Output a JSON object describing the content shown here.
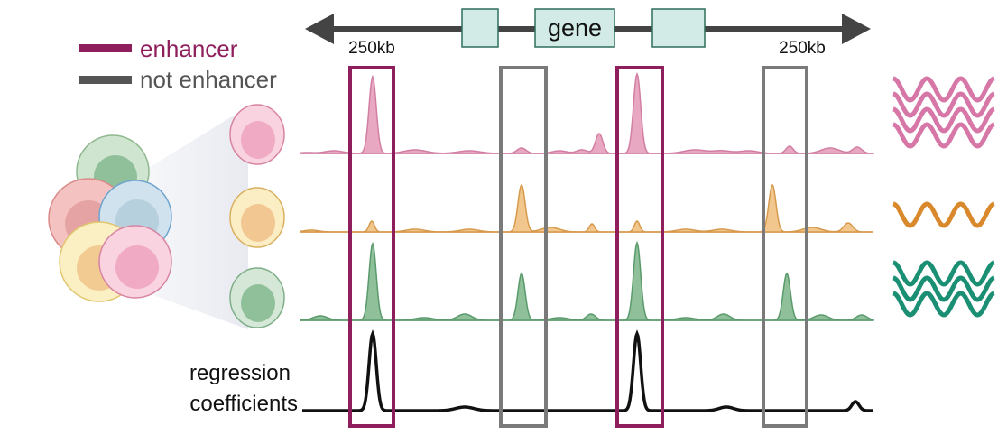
{
  "legend": {
    "enhancer_label": "enhancer",
    "not_enhancer_label": "not enhancer",
    "enhancer_color": "#8e1f5c",
    "not_enhancer_color": "#555555"
  },
  "locus": {
    "gene_label": "gene",
    "left_distance": "250kb",
    "right_distance": "250kb",
    "exon_color": "#d3ebe6"
  },
  "tracks": [
    {
      "cell_type": "pink",
      "fill": "#e8a8c2",
      "stroke": "#d27ea3",
      "wave_lines": 4
    },
    {
      "cell_type": "orange",
      "fill": "#f2c78e",
      "stroke": "#d79a4c",
      "wave_lines": 1
    },
    {
      "cell_type": "green",
      "fill": "#8fc09a",
      "stroke": "#5a9a6c",
      "wave_lines": 3
    }
  ],
  "wave_colors": [
    "#d777a8",
    "#d9892c",
    "#1b8f73"
  ],
  "regression": {
    "label_line1": "regression",
    "label_line2": "coefficients",
    "color": "#111111"
  }
}
